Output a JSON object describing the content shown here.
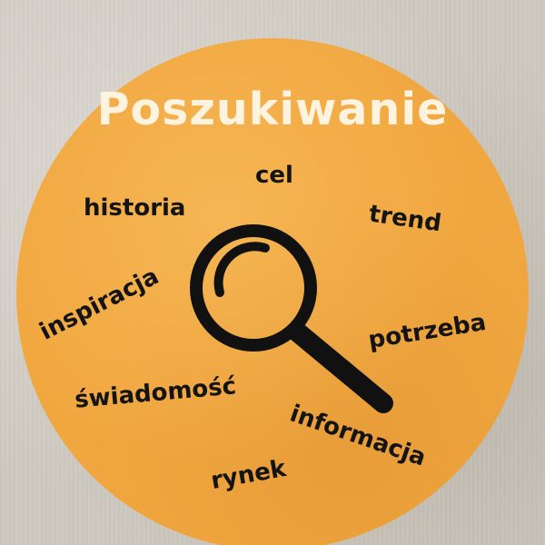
{
  "title": "Poszukiwanie",
  "words": {
    "cel": "cel",
    "historia": "historia",
    "trend": "trend",
    "inspiracja": "inspiracja",
    "potrzeba": "potrzeba",
    "swiadomosc": "świadomość",
    "informacja": "informacja",
    "rynek": "rynek"
  },
  "colors": {
    "circle": "#f1a740",
    "title": "#fdf3df",
    "text": "#141414",
    "background": "#cfcac1"
  },
  "icons": {
    "center": "magnifying-glass-icon"
  }
}
